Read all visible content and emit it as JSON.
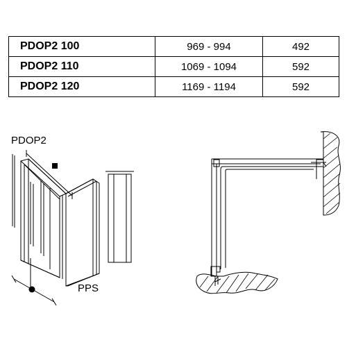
{
  "spec_table": {
    "rows": [
      {
        "model": "PDOP2 100",
        "range": "969 - 994",
        "value": "492"
      },
      {
        "model": "PDOP2 110",
        "range": "1069 - 1094",
        "value": "592"
      },
      {
        "model": "PDOP2 120",
        "range": "1169 - 1194",
        "value": "592"
      }
    ]
  },
  "drawing": {
    "door_label": "PDOP2",
    "wall_label": "PPS"
  }
}
